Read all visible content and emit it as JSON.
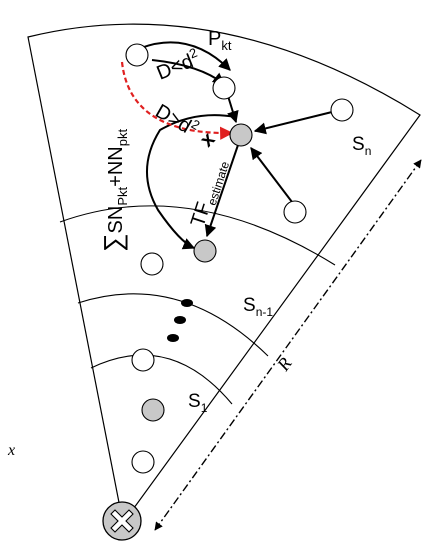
{
  "labels": {
    "s_n": "S",
    "s_n_sub": "n",
    "s_n1": "S",
    "s_n1_sub": "n-1",
    "s_1": "S",
    "s_1_sub": "1",
    "r_label": "R",
    "x_label": "x",
    "p_kt": "P",
    "p_kt_sub": "kt",
    "d_less": "D<d",
    "d_less_sup": "2",
    "d_greater": "D>d",
    "d_greater_sup": "2",
    "sum_symbol": "∑",
    "sum_sn": "SN",
    "sum_sn_sub": "Pkt",
    "sum_plus_nn": "+NN",
    "sum_nn_sub": "pkt",
    "tf": "TF",
    "tf_sub": "estimate"
  },
  "colors": {
    "line": "#000000",
    "node_fill_white": "#ffffff",
    "node_fill_gray": "#c8c8c8",
    "red_path": "#e02020",
    "sink_fill": "#c8c8c8"
  }
}
